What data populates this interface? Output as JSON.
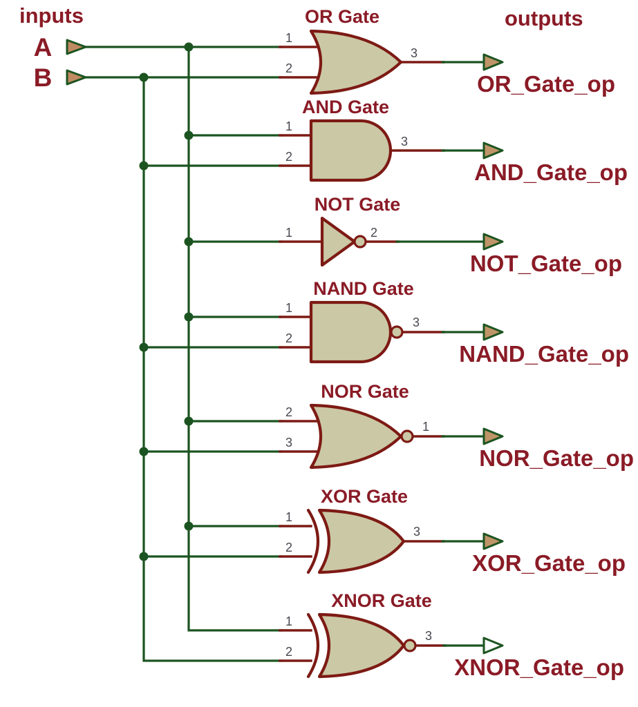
{
  "header": {
    "inputs": "inputs",
    "outputs": "outputs"
  },
  "inputs": [
    {
      "label": "A"
    },
    {
      "label": "B"
    }
  ],
  "gates": [
    {
      "name": "OR Gate",
      "type": "or",
      "pins": {
        "in1": "1",
        "in2": "2",
        "out": "3"
      },
      "output_label": "OR_Gate_op"
    },
    {
      "name": "AND Gate",
      "type": "and",
      "pins": {
        "in1": "1",
        "in2": "2",
        "out": "3"
      },
      "output_label": "AND_Gate_op"
    },
    {
      "name": "NOT Gate",
      "type": "not",
      "pins": {
        "in1": "1",
        "out": "2"
      },
      "output_label": "NOT_Gate_op"
    },
    {
      "name": "NAND Gate",
      "type": "nand",
      "pins": {
        "in1": "1",
        "in2": "2",
        "out": "3"
      },
      "output_label": "NAND_Gate_op"
    },
    {
      "name": "NOR Gate",
      "type": "nor",
      "pins": {
        "in1": "2",
        "in2": "3",
        "out": "1"
      },
      "output_label": "NOR_Gate_op"
    },
    {
      "name": "XOR Gate",
      "type": "xor",
      "pins": {
        "in1": "1",
        "in2": "2",
        "out": "3"
      },
      "output_label": "XOR_Gate_op"
    },
    {
      "name": "XNOR Gate",
      "type": "xnor",
      "pins": {
        "in1": "1",
        "in2": "2",
        "out": "3"
      },
      "output_label": "XNOR_Gate_op"
    }
  ],
  "colors": {
    "wire": "#1b5420",
    "component": "#7d1a14",
    "gate_fill": "#cbc8a6",
    "text": "#8a1b26",
    "pin_text": "#47474f",
    "term_in": "#c08a63",
    "term_out": "#bf9468",
    "term_open": "#fbfbfb",
    "background": "#ffffff"
  }
}
